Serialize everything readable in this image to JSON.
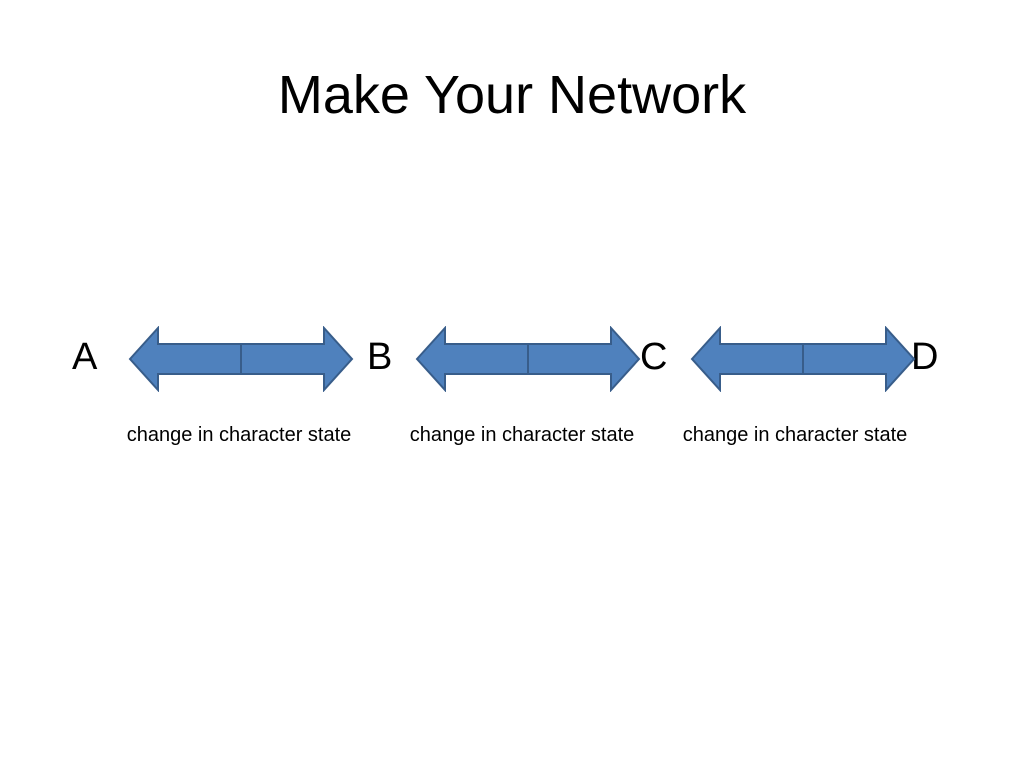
{
  "slide": {
    "title": "Make Your Network"
  },
  "nodes": [
    "A",
    "B",
    "C",
    "D"
  ],
  "edges": [
    {
      "from": "A",
      "to": "B",
      "label": "change in character state",
      "direction": "bidirectional"
    },
    {
      "from": "B",
      "to": "C",
      "label": "change in character state",
      "direction": "bidirectional"
    },
    {
      "from": "C",
      "to": "D",
      "label": "change in character state",
      "direction": "bidirectional"
    }
  ],
  "colors": {
    "arrow_fill": "#4f81bd",
    "arrow_stroke": "#385d8a",
    "text": "#000000",
    "background": "#ffffff"
  }
}
